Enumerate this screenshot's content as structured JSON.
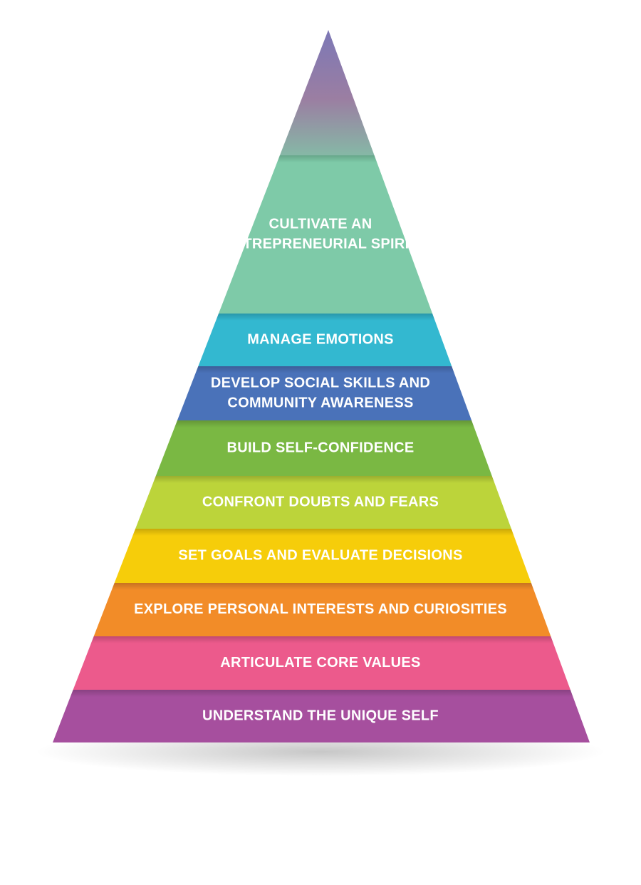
{
  "pyramid": {
    "apex_colors": [
      "#7c78b6",
      "#9b7ea2",
      "#86b8a6"
    ],
    "tiers": [
      {
        "lines": [
          "CULTIVATE AN",
          "ENTREPRENEURIAL SPIRIT"
        ],
        "color": "#7ecaa8"
      },
      {
        "lines": [
          "MANAGE EMOTIONS"
        ],
        "color": "#33b8d0"
      },
      {
        "lines": [
          "DEVELOP SOCIAL SKILLS AND",
          "COMMUNITY AWARENESS"
        ],
        "color": "#4a72b9"
      },
      {
        "lines": [
          "BUILD SELF-CONFIDENCE"
        ],
        "color": "#7ab843"
      },
      {
        "lines": [
          "CONFRONT DOUBTS AND FEARS"
        ],
        "color": "#bcd43a"
      },
      {
        "lines": [
          "SET GOALS AND EVALUATE DECISIONS"
        ],
        "color": "#f6cd0a"
      },
      {
        "lines": [
          "EXPLORE PERSONAL INTERESTS AND CURIOSITIES"
        ],
        "color": "#f28c28"
      },
      {
        "lines": [
          "ARTICULATE CORE VALUES"
        ],
        "color": "#ec5a8c"
      },
      {
        "lines": [
          "UNDERSTAND THE UNIQUE SELF"
        ],
        "color": "#a64f9e"
      }
    ]
  }
}
